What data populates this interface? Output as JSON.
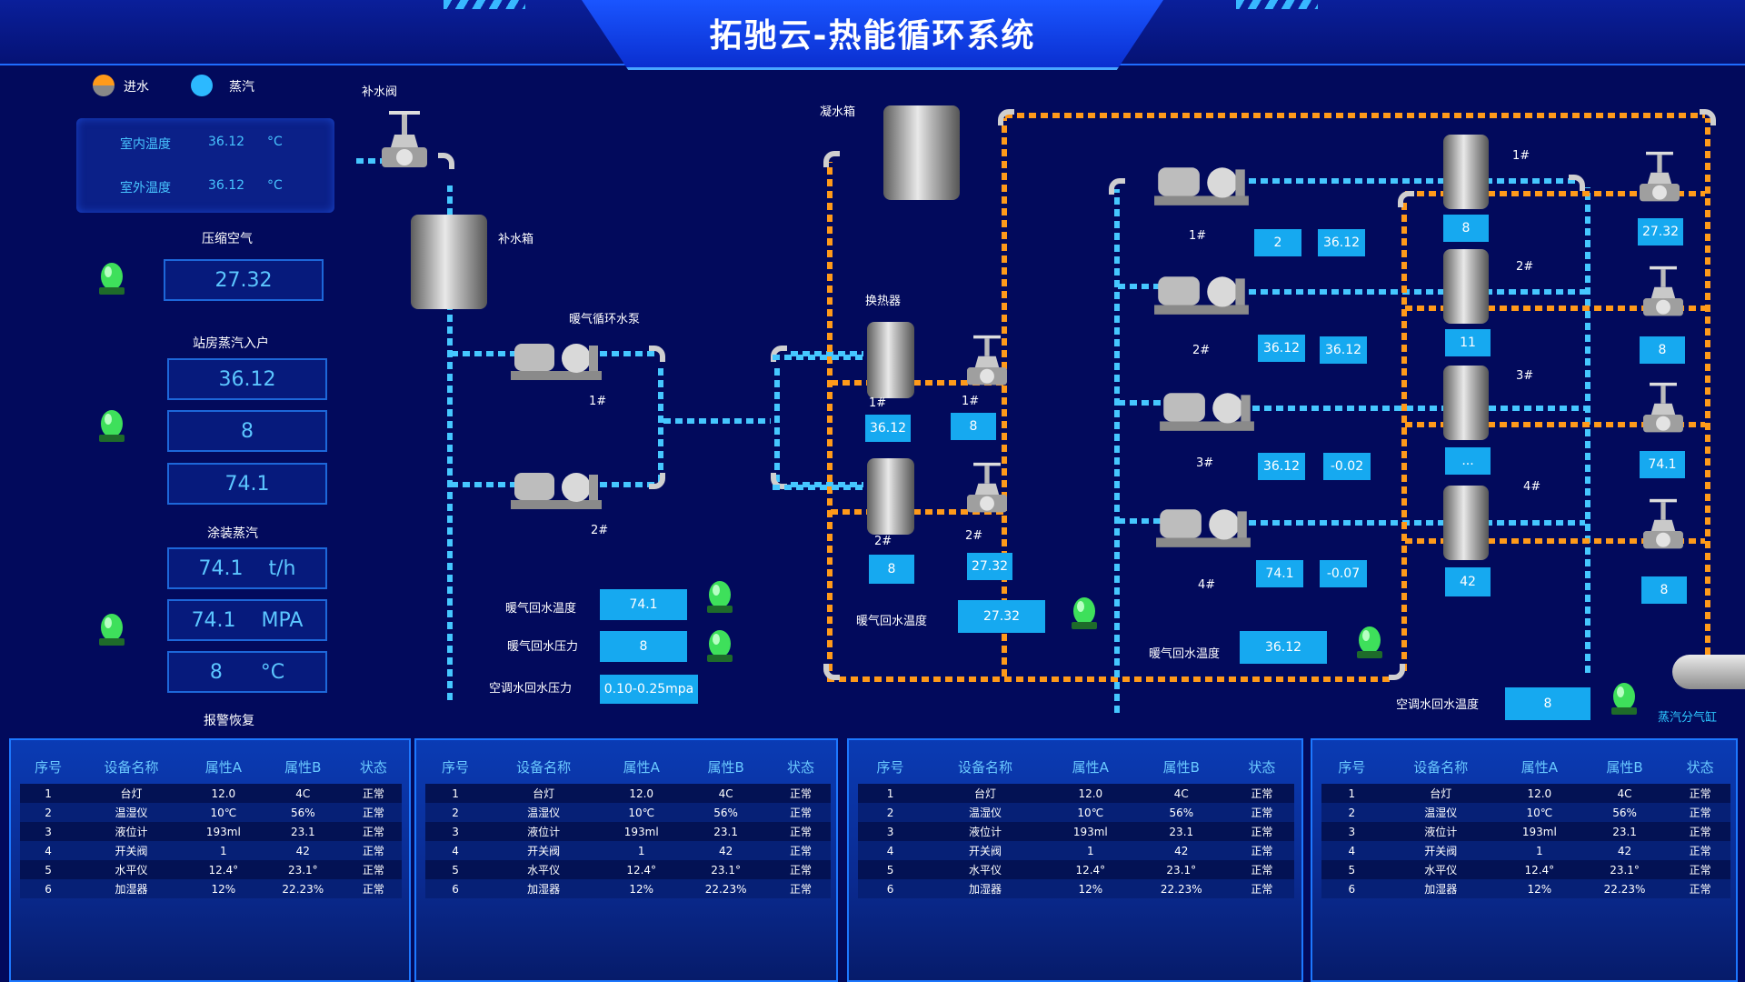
{
  "header": {
    "title": "拓驰云-热能循环系统"
  },
  "legend": {
    "water_in": "进水",
    "steam": "蒸汽"
  },
  "colors": {
    "water_in": "#ff9a1a",
    "steam": "#45c7ff",
    "chip": "#16a9f0",
    "alarm": "#3ee05b"
  },
  "left_panel": {
    "indoor_label": "室内温度",
    "indoor_value": "36.12",
    "indoor_unit": "°C",
    "outdoor_label": "室外温度",
    "outdoor_value": "36.12",
    "outdoor_unit": "°C",
    "compressed_air_label": "压缩空气",
    "compressed_air_value": "27.32",
    "station_steam_label": "站房蒸汽入户",
    "station_values": [
      "36.12",
      "8",
      "74.1"
    ],
    "coating_steam_label": "涂装蒸汽",
    "coating_values": [
      "74.1    t/h",
      "74.1    MPA",
      "8      °C"
    ],
    "alarm_reset_label": "报警恢复"
  },
  "diagram": {
    "makeup_valve": "补水阀",
    "makeup_tank": "补水箱",
    "pump_group": "暖气循环水泵",
    "pump1": "1#",
    "pump2": "2#",
    "condensate_tank": "凝水箱",
    "heat_exchanger": "换热器",
    "hx1": "1#",
    "hx2": "2#",
    "valve1": "1#",
    "valve2": "2#",
    "hx1_value": "36.12",
    "valve1_value": "8",
    "hx2_value": "8",
    "valve2_value": "27.32",
    "return_temp_label": "暖气回水温度",
    "return_temp_value": "74.1",
    "return_pressure_label": "暖气回水压力",
    "return_pressure_value": "8",
    "ac_return_pressure_label": "空调水回水压力",
    "ac_return_pressure_value": "0.10-0.25mpa",
    "mid_return_temp_label": "暖气回水温度",
    "mid_return_temp_value": "27.32",
    "right_return_temp_label": "暖气回水温度",
    "right_return_temp_value": "36.12",
    "ac_return_temp_label": "空调水回水温度",
    "ac_return_temp_value": "8",
    "steam_header": "蒸汽分气缸",
    "right_pumps": [
      {
        "label": "1#",
        "a": "2",
        "b": "36.12"
      },
      {
        "label": "2#",
        "a": "36.12",
        "b": "36.12"
      },
      {
        "label": "3#",
        "a": "36.12",
        "b": "-0.02"
      },
      {
        "label": "4#",
        "a": "74.1",
        "b": "-0.07"
      }
    ],
    "tanks": [
      {
        "label": "1#",
        "value": "8"
      },
      {
        "label": "2#",
        "value": "11"
      },
      {
        "label": "3#",
        "value": "..."
      },
      {
        "label": "4#",
        "value": "42"
      }
    ],
    "valves": [
      "27.32",
      "8",
      "74.1",
      "8"
    ]
  },
  "tables": [
    {
      "headers": [
        "序号",
        "设备名称",
        "属性A",
        "属性B",
        "状态"
      ],
      "rows": [
        [
          "1",
          "台灯",
          "12.0",
          "4C",
          "正常"
        ],
        [
          "2",
          "温湿仪",
          "10℃",
          "56%",
          "正常"
        ],
        [
          "3",
          "液位计",
          "193ml",
          "23.1",
          "正常"
        ],
        [
          "4",
          "开关阀",
          "1",
          "42",
          "正常"
        ],
        [
          "5",
          "水平仪",
          "12.4°",
          "23.1°",
          "正常"
        ],
        [
          "6",
          "加湿器",
          "12%",
          "22.23%",
          "正常"
        ]
      ]
    },
    {
      "headers": [
        "序号",
        "设备名称",
        "属性A",
        "属性B",
        "状态"
      ],
      "rows": [
        [
          "1",
          "台灯",
          "12.0",
          "4C",
          "正常"
        ],
        [
          "2",
          "温湿仪",
          "10℃",
          "56%",
          "正常"
        ],
        [
          "3",
          "液位计",
          "193ml",
          "23.1",
          "正常"
        ],
        [
          "4",
          "开关阀",
          "1",
          "42",
          "正常"
        ],
        [
          "5",
          "水平仪",
          "12.4°",
          "23.1°",
          "正常"
        ],
        [
          "6",
          "加湿器",
          "12%",
          "22.23%",
          "正常"
        ]
      ]
    },
    {
      "headers": [
        "序号",
        "设备名称",
        "属性A",
        "属性B",
        "状态"
      ],
      "rows": [
        [
          "1",
          "台灯",
          "12.0",
          "4C",
          "正常"
        ],
        [
          "2",
          "温湿仪",
          "10℃",
          "56%",
          "正常"
        ],
        [
          "3",
          "液位计",
          "193ml",
          "23.1",
          "正常"
        ],
        [
          "4",
          "开关阀",
          "1",
          "42",
          "正常"
        ],
        [
          "5",
          "水平仪",
          "12.4°",
          "23.1°",
          "正常"
        ],
        [
          "6",
          "加湿器",
          "12%",
          "22.23%",
          "正常"
        ]
      ]
    },
    {
      "headers": [
        "序号",
        "设备名称",
        "属性A",
        "属性B",
        "状态"
      ],
      "rows": [
        [
          "1",
          "台灯",
          "12.0",
          "4C",
          "正常"
        ],
        [
          "2",
          "温湿仪",
          "10℃",
          "56%",
          "正常"
        ],
        [
          "3",
          "液位计",
          "193ml",
          "23.1",
          "正常"
        ],
        [
          "4",
          "开关阀",
          "1",
          "42",
          "正常"
        ],
        [
          "5",
          "水平仪",
          "12.4°",
          "23.1°",
          "正常"
        ],
        [
          "6",
          "加湿器",
          "12%",
          "22.23%",
          "正常"
        ]
      ]
    }
  ]
}
